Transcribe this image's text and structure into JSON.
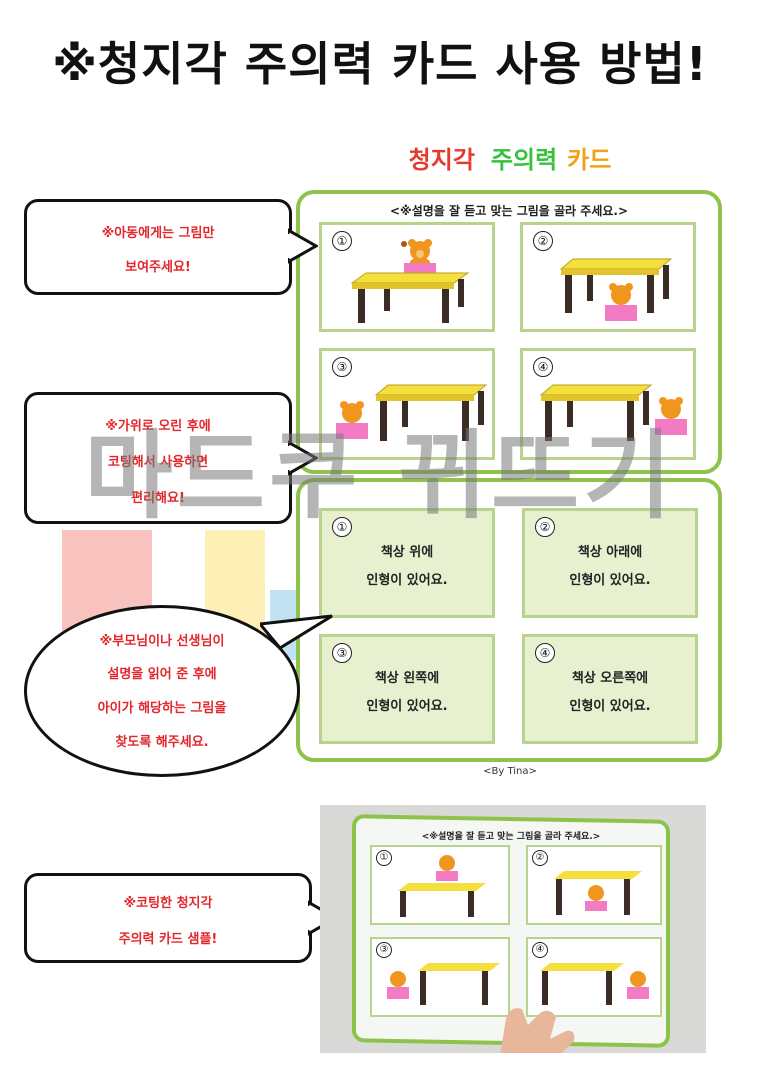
{
  "title": "※청지각 주의력 카드 사용 방법!",
  "card_title": {
    "part1": "청지각",
    "part2": "주의력",
    "part3": "카드"
  },
  "instruction": "<※설명을 잘 듣고 맞는 그림을 골라 주세요.>",
  "picture_cells": [
    {
      "num": "①"
    },
    {
      "num": "②"
    },
    {
      "num": "③"
    },
    {
      "num": "④"
    }
  ],
  "text_cells": [
    {
      "num": "①",
      "line1": "책상 위에",
      "line2": "인형이 있어요."
    },
    {
      "num": "②",
      "line1": "책상 아래에",
      "line2": "인형이 있어요."
    },
    {
      "num": "③",
      "line1": "책상 왼쪽에",
      "line2": "인형이 있어요."
    },
    {
      "num": "④",
      "line1": "책상 오른쪽에",
      "line2": "인형이 있어요."
    }
  ],
  "byline": "<By Tina>",
  "watermark": "마드쿠 뀌뜨기",
  "bubbles": {
    "b1": {
      "line1": "※아동에게는 그림만",
      "line2": "보여주세요!"
    },
    "b2": {
      "line1": "※가위로 오린 후에",
      "line2": "코팅해서 사용하면",
      "line3": "편리해요!"
    },
    "b3": {
      "line1": "※부모님이나 선생님이",
      "line2": "설명을 읽어 준 후에",
      "line3": "아이가 해당하는 그림을",
      "line4": "찾도록 해주세요."
    },
    "b4": {
      "line1": "※코팅한 청지각",
      "line2": "주의력 카드 샘플!"
    }
  },
  "photo": {
    "instruction": "<※설명을 잘 듣고 맞는 그림을 골라 주세요.>",
    "nums": [
      "①",
      "②",
      "③",
      "④"
    ]
  },
  "colors": {
    "accent_green": "#8dc34a",
    "text_red": "#e3262b",
    "table_yellow": "#f5df3c",
    "box_pink": "#f27bc4",
    "bear_orange": "#f0961e"
  }
}
